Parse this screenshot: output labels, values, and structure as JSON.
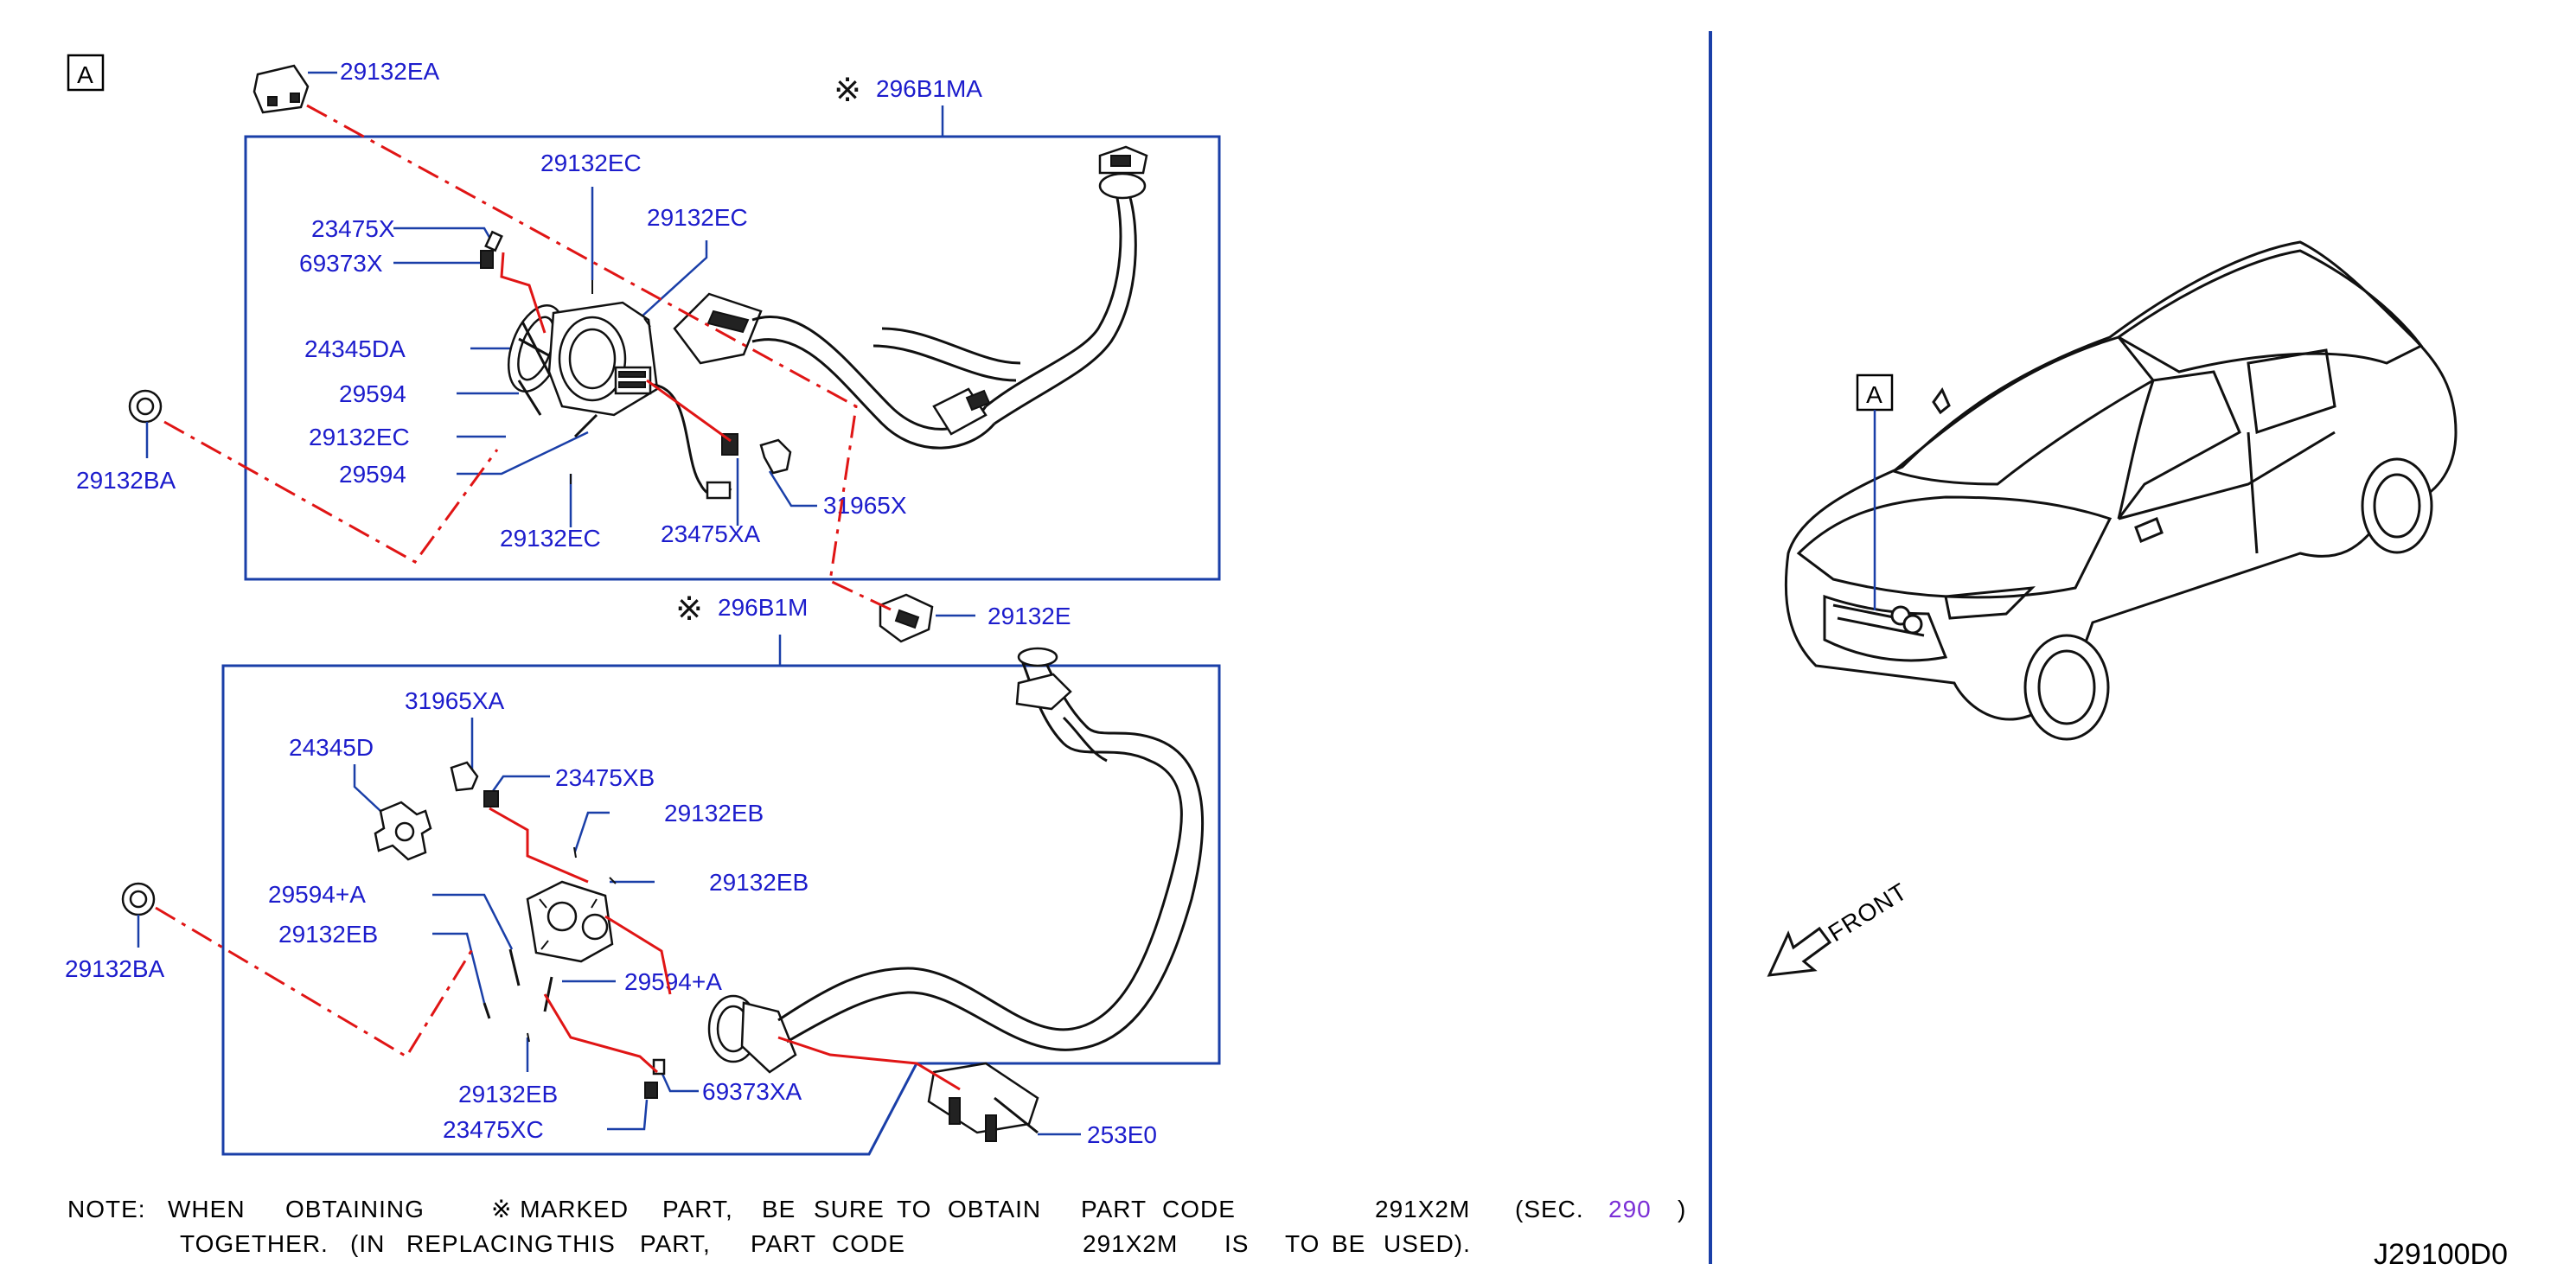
{
  "sections": [
    {
      "marker": "※",
      "code": "296B1MA",
      "labels": [
        "29132EC",
        "29132EC",
        "23475X",
        "69373X",
        "24345DA",
        "29594",
        "29132EC",
        "29594",
        "29132EC",
        "23475XA",
        "31965X"
      ]
    },
    {
      "marker": "※",
      "code": "296B1M",
      "labels": [
        "31965XA",
        "24345D",
        "23475XB",
        "29132EB",
        "29132EB",
        "29594+A",
        "29132EB",
        "29594+A",
        "29132EB",
        "69373XA",
        "23475XC",
        "253E0"
      ]
    }
  ],
  "outside_labels": {
    "top_clip": "29132EA",
    "grommet_upper": "29132BA",
    "grommet_lower": "29132BA",
    "middle_clip": "29132E"
  },
  "view_tag": "A",
  "car_view_tag": "A",
  "front_label": "FRONT",
  "note": {
    "prefix": "NOTE:",
    "line1": [
      "WHEN",
      "OBTAINING",
      "※ MARKED",
      "PART,",
      "BE",
      "SURE",
      "TO",
      "OBTAIN",
      "PART",
      "CODE",
      "291X2M",
      "(SEC.",
      "290",
      ")"
    ],
    "line2": [
      "TOGETHER.",
      "(IN",
      "REPLACING",
      "THIS",
      "PART,",
      "PART",
      "CODE",
      "291X2M",
      "IS",
      "TO",
      "BE",
      "USED)."
    ],
    "section_link": "290",
    "link_color": "#7b2fd6"
  },
  "diagram_code": "J29100D0",
  "colors": {
    "label": "#1c1ccc",
    "leader": "#1a3fa8",
    "phantom_line": "#e01515"
  }
}
